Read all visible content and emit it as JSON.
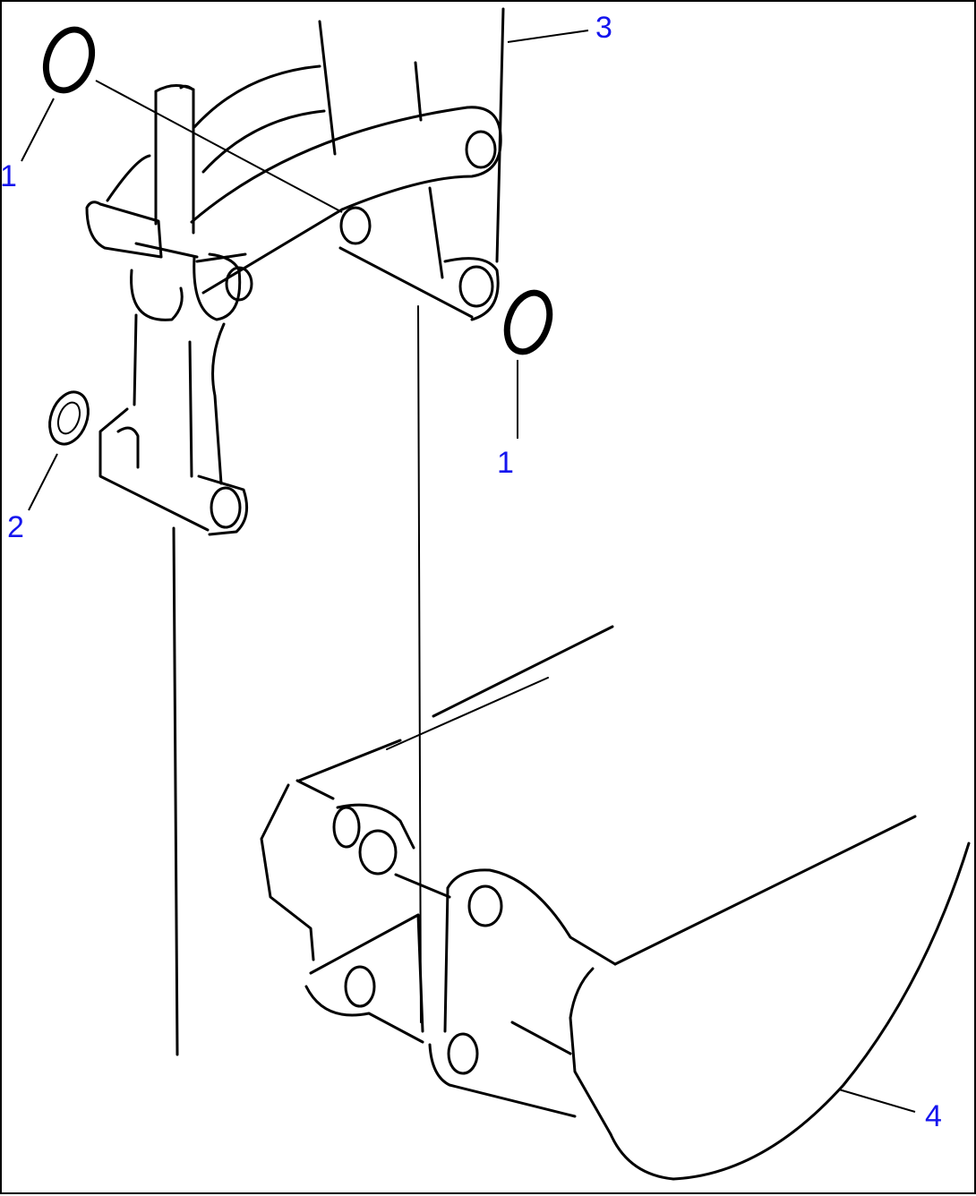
{
  "callouts": {
    "c1a": "1",
    "c1b": "1",
    "c2": "2",
    "c3": "3",
    "c4": "4"
  },
  "colors": {
    "callout": "#1515ee",
    "line": "#000000",
    "background": "#ffffff"
  }
}
